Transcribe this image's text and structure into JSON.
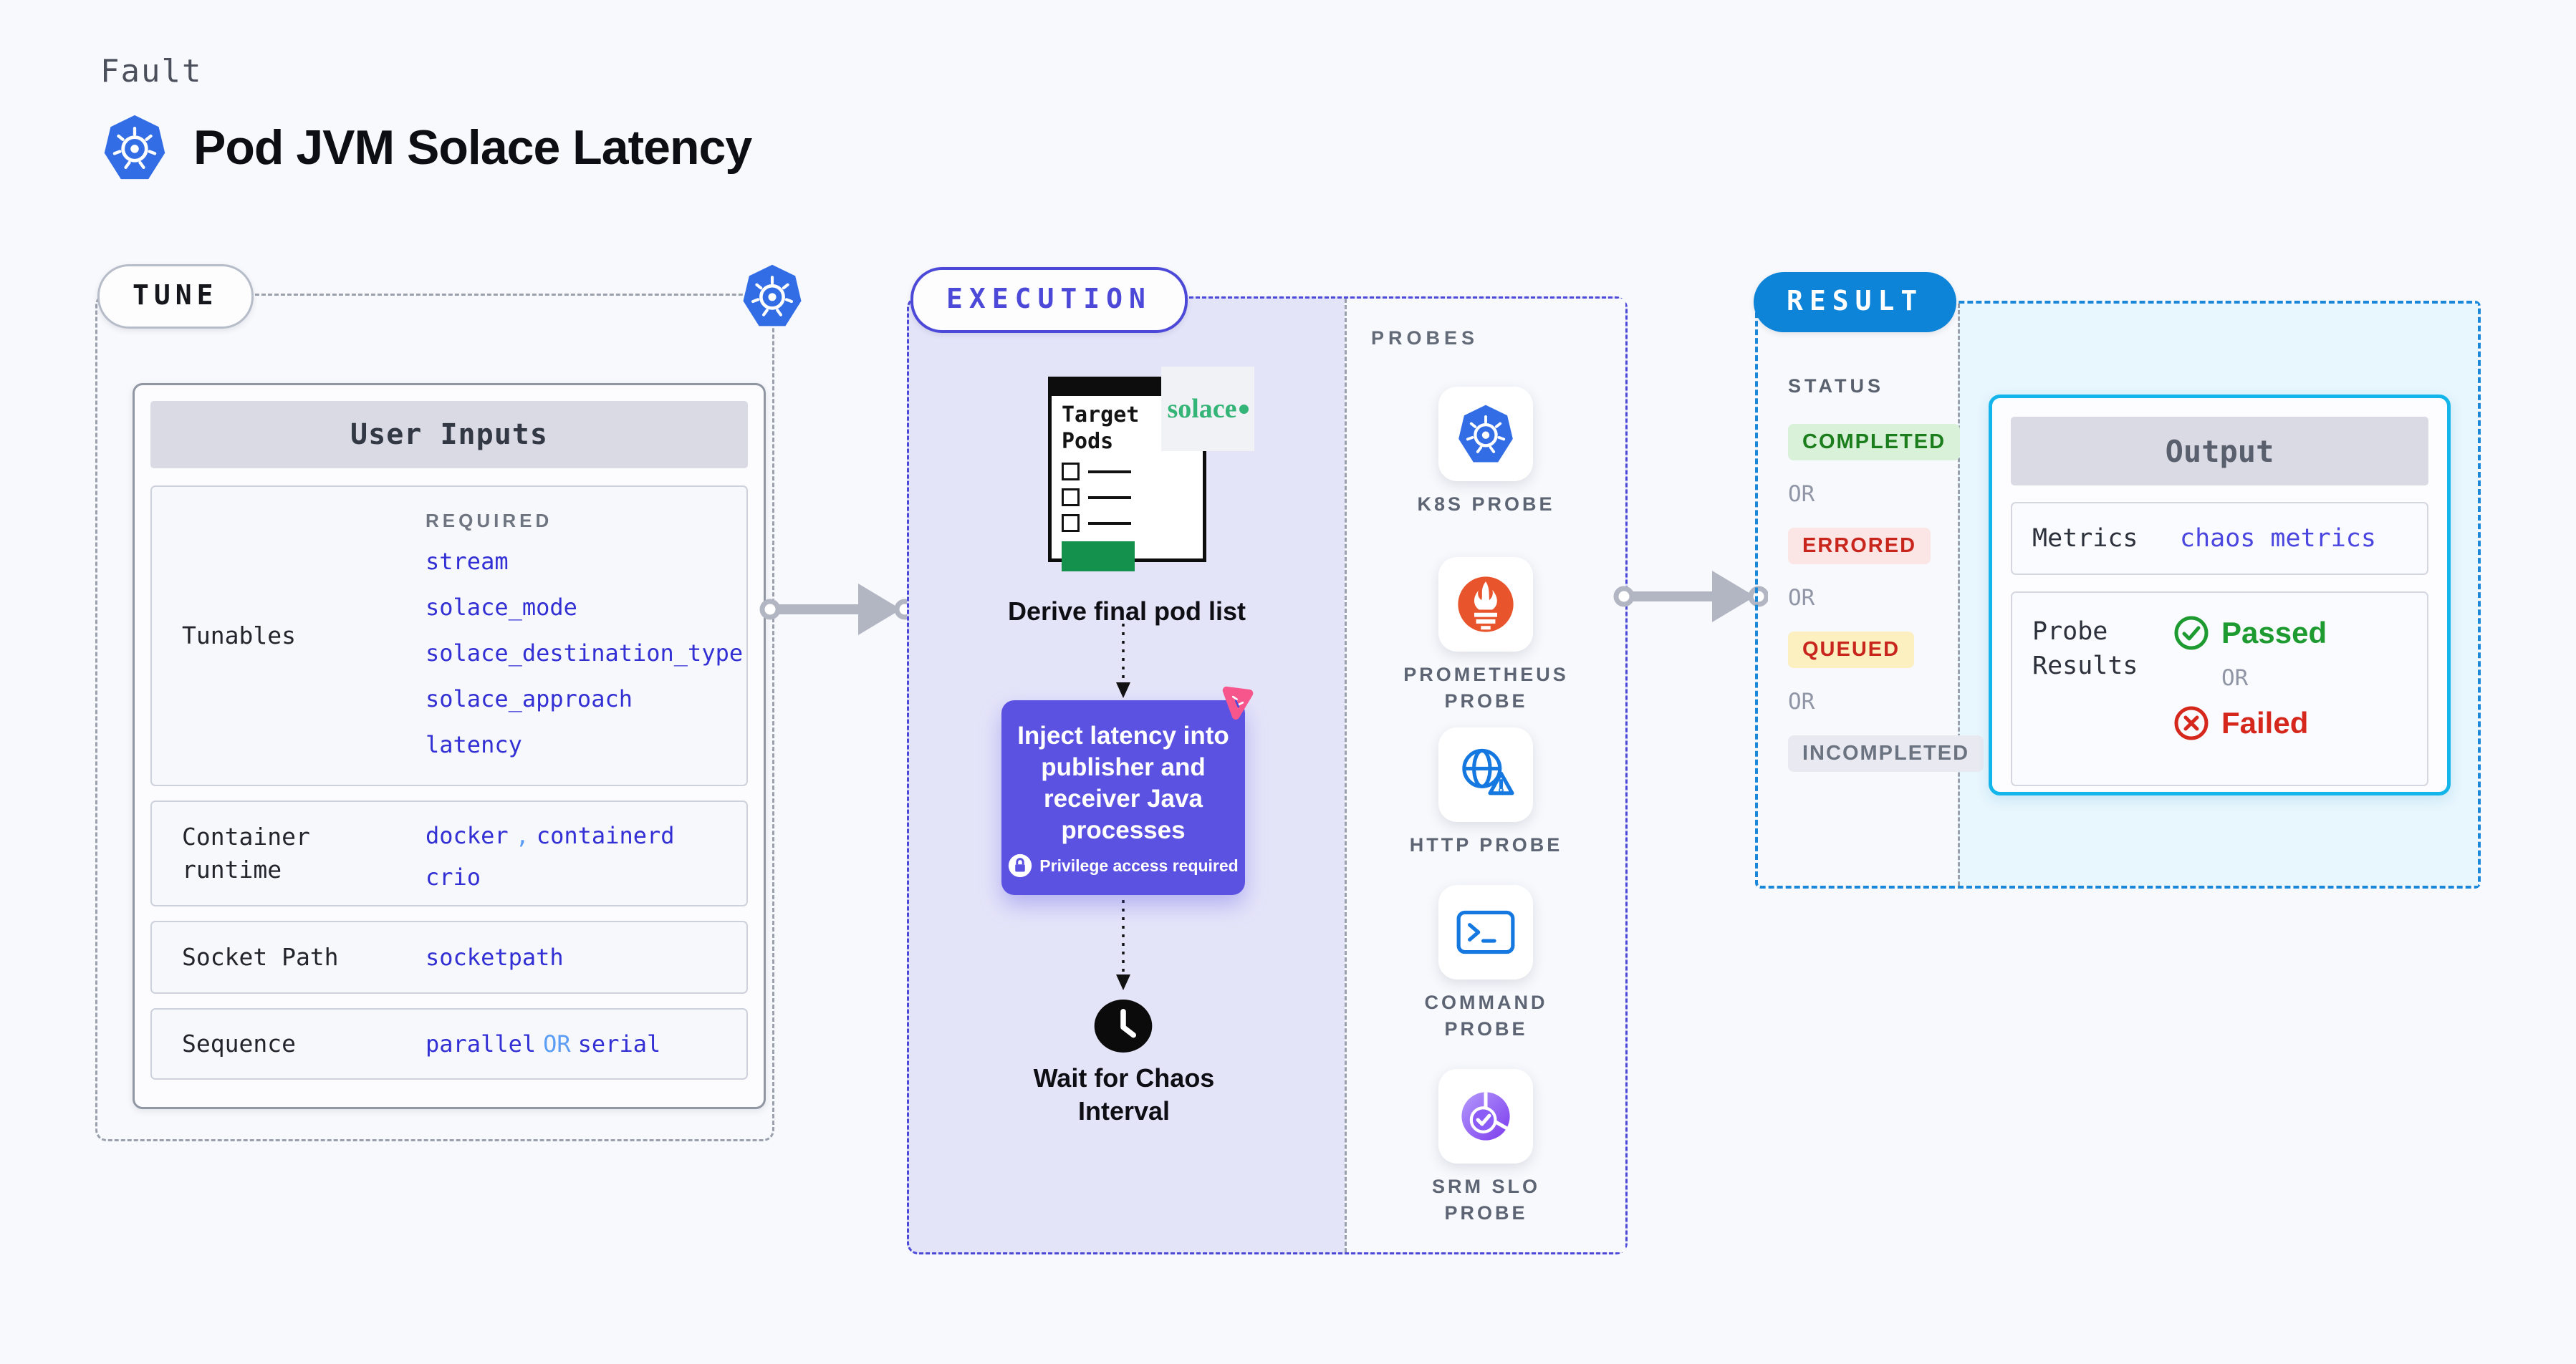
{
  "header": {
    "kicker": "Fault",
    "title": "Pod JVM Solace Latency"
  },
  "tune": {
    "label": "TUNE",
    "user_inputs_title": "User Inputs",
    "required_label": "REQUIRED",
    "tunables": {
      "label": "Tunables",
      "values": [
        "stream",
        "solace_mode",
        "solace_destination_type",
        "solace_approach",
        "latency"
      ]
    },
    "container_runtime": {
      "label": "Container runtime",
      "value1": "docker",
      "separator": ",",
      "value2": "containerd",
      "value3": "crio"
    },
    "socket_path": {
      "label": "Socket Path",
      "value": "socketpath"
    },
    "sequence": {
      "label": "Sequence",
      "value1": "parallel",
      "or": "OR",
      "value2": "serial"
    }
  },
  "execution": {
    "label": "EXECUTION",
    "target_pods_title": "Target Pods",
    "solace_logo": "solace",
    "derive_step": "Derive final pod list",
    "inject_lines": [
      "Inject latency into",
      "publisher and",
      "receiver Java",
      "processes"
    ],
    "privilege_note": "Privilege access required",
    "wait_lines": [
      "Wait for Chaos",
      "Interval"
    ],
    "probes_label": "PROBES",
    "probes": [
      {
        "label": "K8S PROBE",
        "icon": "kubernetes-probe-icon"
      },
      {
        "label": "PROMETHEUS PROBE",
        "icon": "prometheus-probe-icon"
      },
      {
        "label": "HTTP PROBE",
        "icon": "http-probe-icon"
      },
      {
        "label": "COMMAND PROBE",
        "icon": "command-probe-icon"
      },
      {
        "label": "SRM SLO PROBE",
        "icon": "srm-slo-probe-icon"
      }
    ]
  },
  "result": {
    "label": "RESULT",
    "status_label": "STATUS",
    "or_label": "OR",
    "statuses": [
      {
        "label": "COMPLETED",
        "tone": "green"
      },
      {
        "label": "ERRORED",
        "tone": "red"
      },
      {
        "label": "QUEUED",
        "tone": "yellow"
      },
      {
        "label": "INCOMPLETED",
        "tone": "gray"
      }
    ],
    "output": {
      "title": "Output",
      "metrics_label": "Metrics",
      "metrics_value": "chaos metrics",
      "probe_results_label": "Probe Results",
      "or_label": "OR",
      "passed_label": "Passed",
      "failed_label": "Failed"
    }
  },
  "colors": {
    "page_bg": "#f8f9fd",
    "execution_bg": "#e4e4f9",
    "result_bg": "#e8f6fd",
    "indigo_accent": "#4c49d8",
    "result_blue": "#0d84d8",
    "output_border": "#13b5ea",
    "value_blue": "#322fd4",
    "light_blue": "#5c9df5",
    "inject_purple": "#5b52e2",
    "pink": "#f7568c",
    "solace_green": "#35b478",
    "passed_green": "#1d9b31",
    "failed_red": "#d6271c",
    "k8s_blue": "#326de6",
    "prometheus_orange": "#e8552d"
  }
}
